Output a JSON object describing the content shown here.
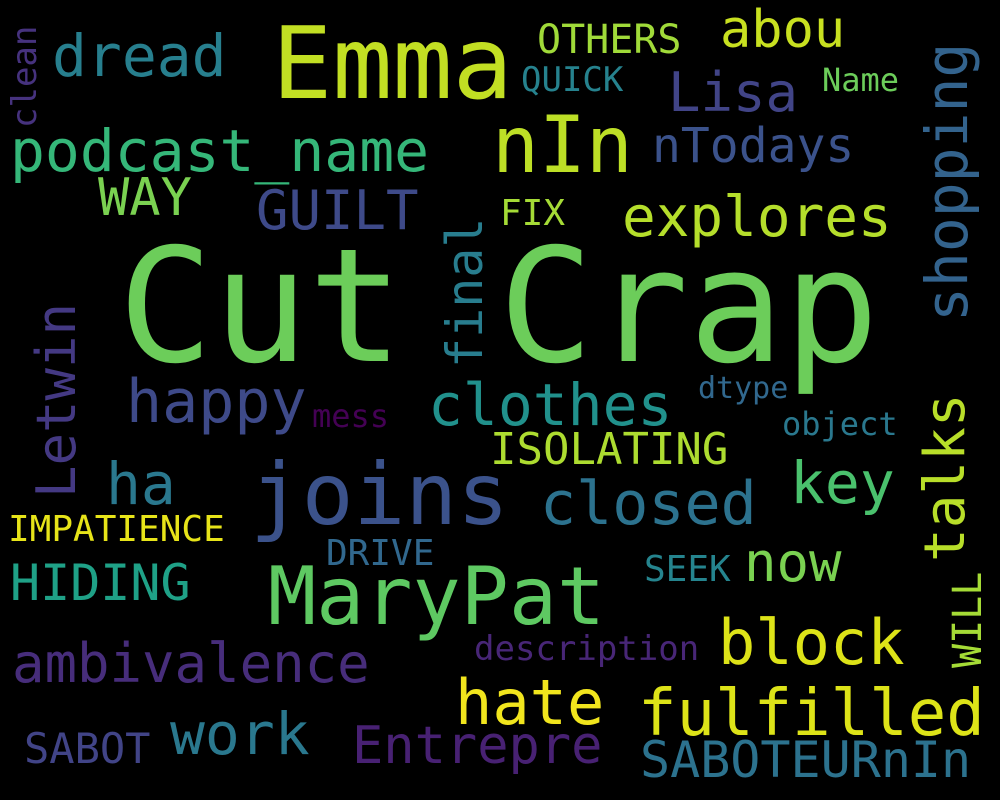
{
  "words": [
    {
      "text": "Cut Crap",
      "color": "#6ccd5a"
    },
    {
      "text": "Emma",
      "color": "#c2df23"
    },
    {
      "text": "MaryPat",
      "color": "#5ec962"
    },
    {
      "text": "joins",
      "color": "#3b528b"
    },
    {
      "text": "nIn",
      "color": "#bddf26"
    },
    {
      "text": "podcast_name",
      "color": "#35b779"
    },
    {
      "text": "explores",
      "color": "#b5de2b"
    },
    {
      "text": "clothes",
      "color": "#21918c"
    },
    {
      "text": "happy",
      "color": "#3e4a89"
    },
    {
      "text": "fulfilled",
      "color": "#dde318"
    },
    {
      "text": "hate",
      "color": "#f1e51d"
    },
    {
      "text": "block",
      "color": "#dde318"
    },
    {
      "text": "closed",
      "color": "#2c728e"
    },
    {
      "text": "ambivalence",
      "color": "#472d7b"
    },
    {
      "text": "SABOTEURnIn",
      "color": "#2c728e"
    },
    {
      "text": "Entrepre",
      "color": "#482173"
    },
    {
      "text": "work",
      "color": "#2a788e"
    },
    {
      "text": "Lisa",
      "color": "#414487"
    },
    {
      "text": "nTodays",
      "color": "#3b528b"
    },
    {
      "text": "dread",
      "color": "#277f8e"
    },
    {
      "text": "abou",
      "color": "#c8e020"
    },
    {
      "text": "OTHERS",
      "color": "#a0da39"
    },
    {
      "text": "QUICK",
      "color": "#26828e"
    },
    {
      "text": "Name",
      "color": "#6ccd5a"
    },
    {
      "text": "GUILT",
      "color": "#3e4a89"
    },
    {
      "text": "WAY",
      "color": "#7ad151"
    },
    {
      "text": "FIX",
      "color": "#a5db36"
    },
    {
      "text": "ha",
      "color": "#2a788e"
    },
    {
      "text": "key",
      "color": "#4ac16d"
    },
    {
      "text": "now",
      "color": "#7ad151"
    },
    {
      "text": "ISOLATING",
      "color": "#addc30"
    },
    {
      "text": "HIDING",
      "color": "#1fa187"
    },
    {
      "text": "IMPATIENCE",
      "color": "#e7e419"
    },
    {
      "text": "DRIVE",
      "color": "#31688e"
    },
    {
      "text": "SEEK",
      "color": "#25848e"
    },
    {
      "text": "description",
      "color": "#482677"
    },
    {
      "text": "SABOT",
      "color": "#414487"
    },
    {
      "text": "dtype",
      "color": "#31688e"
    },
    {
      "text": "object",
      "color": "#2a788e"
    },
    {
      "text": "mess",
      "color": "#440154"
    },
    {
      "text": "Letwin",
      "color": "#443983"
    },
    {
      "text": "final",
      "color": "#287d8e"
    },
    {
      "text": "shopping",
      "color": "#33638d"
    },
    {
      "text": "talks",
      "color": "#b8de29"
    },
    {
      "text": "WILL",
      "color": "#a5db36"
    },
    {
      "text": "clean",
      "color": "#46327e"
    }
  ]
}
